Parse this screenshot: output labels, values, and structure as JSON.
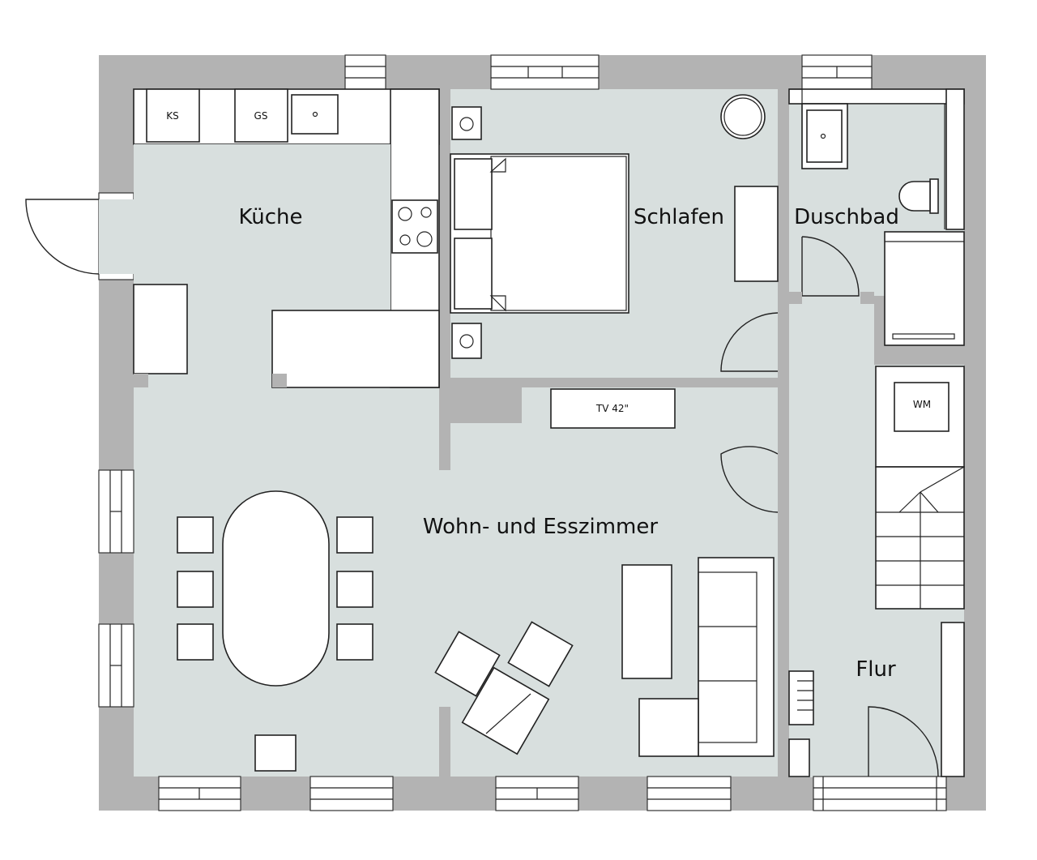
{
  "rooms": {
    "kitchen": "Küche",
    "bedroom": "Schlafen",
    "bathroom": "Duschbad",
    "living": "Wohn- und Esszimmer",
    "hallway": "Flur"
  },
  "fixtures": {
    "fridge": "KS",
    "dishwasher": "GS",
    "tv": "TV 42\"",
    "washer": "WM"
  }
}
